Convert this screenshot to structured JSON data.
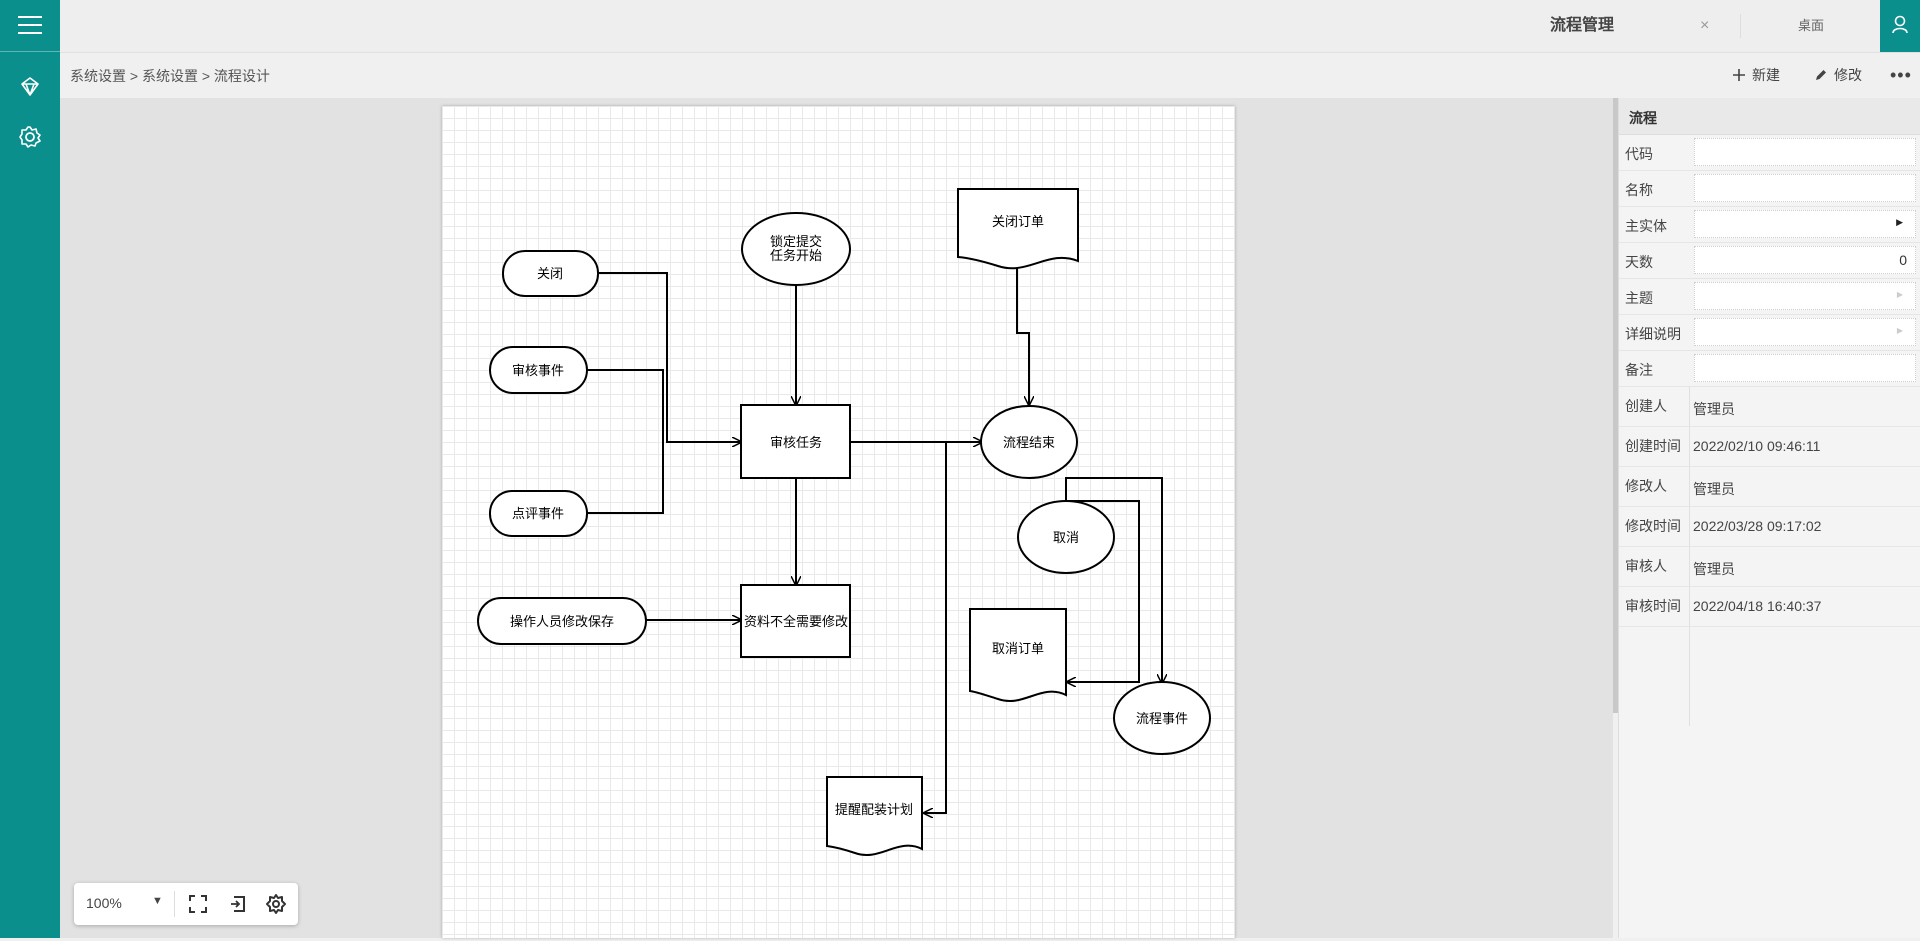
{
  "header": {
    "active_tab": "流程管理",
    "close_glyph": "×",
    "desktop_tab": "桌面"
  },
  "breadcrumb": "系统设置 > 系统设置 > 流程设计",
  "toolbar": {
    "new_label": "新建",
    "edit_label": "修改",
    "more_label": "•••"
  },
  "zoom": {
    "value": "100%"
  },
  "panel": {
    "title": "流程",
    "fields": [
      {
        "label": "代码",
        "value": ""
      },
      {
        "label": "名称",
        "value": ""
      },
      {
        "label": "主实体",
        "value": ""
      },
      {
        "label": "天数",
        "value": "0"
      },
      {
        "label": "主题",
        "value": ""
      },
      {
        "label": "详细说明",
        "value": ""
      },
      {
        "label": "备注",
        "value": ""
      }
    ],
    "info": [
      {
        "label": "创建人",
        "value": "管理员"
      },
      {
        "label": "创建时间",
        "value": "2022/02/10 09:46:11"
      },
      {
        "label": "修改人",
        "value": "管理员"
      },
      {
        "label": "修改时间",
        "value": "2022/03/28 09:17:02"
      },
      {
        "label": "审核人",
        "value": "管理员"
      },
      {
        "label": "审核时间",
        "value": "2022/04/18 16:40:37"
      }
    ]
  },
  "diagram": {
    "nodes": {
      "close": "关闭",
      "review_event": "审核事件",
      "comment_event": "点评事件",
      "operator_save": "操作人员修改保存",
      "lock_line1": "锁定提交",
      "lock_line2": "任务开始",
      "review_task": "审核任务",
      "incomplete": "资料不全需要修改",
      "close_order": "关闭订单",
      "flow_end": "流程结束",
      "cancel": "取消",
      "cancel_order": "取消订单",
      "flow_event": "流程事件",
      "remind_plan": "提醒配装计划"
    }
  },
  "colors": {
    "rail": "#0b8f8c",
    "canvas": "#e2e2e2"
  }
}
